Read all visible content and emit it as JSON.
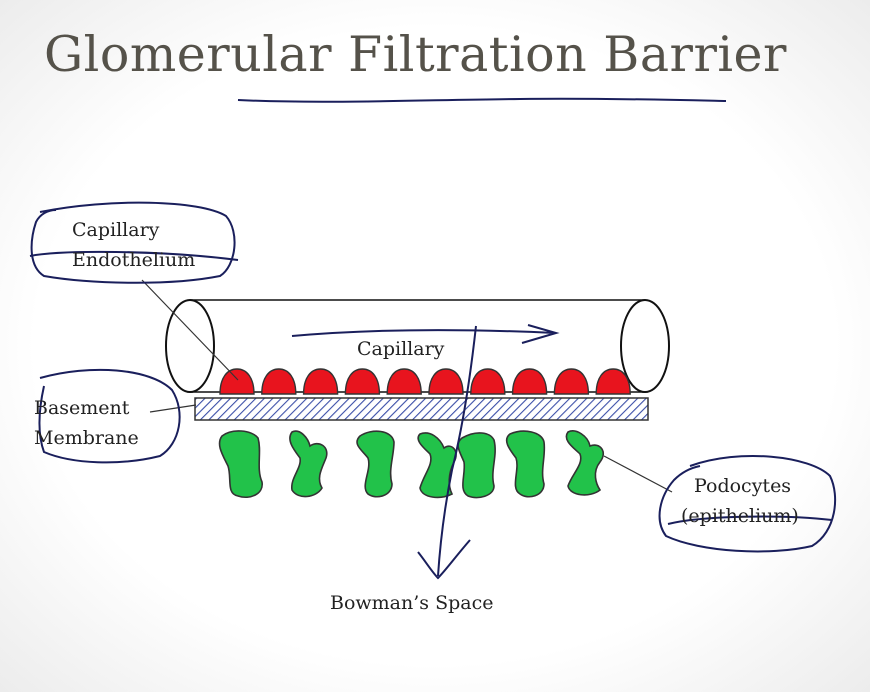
{
  "slide": {
    "title": "Glomerular Filtration Barrier"
  },
  "labels": {
    "capillary_endothelium_line1": "Capillary",
    "capillary_endothelium_line2": "Endothelium",
    "capillary": "Capillary",
    "basement_membrane_line1": "Basement",
    "basement_membrane_line2": "Membrane",
    "podocytes_line1": "Podocytes",
    "podocytes_line2": "(epithelium)",
    "bowmans_space": "Bowman’s Space"
  },
  "colors": {
    "endothelial_cell": "#e8141e",
    "podocyte": "#22c24a",
    "basement_membrane_hatch": "#3b4fa8",
    "ink": "#1a1f5c",
    "title": "#55524a"
  },
  "counts": {
    "endothelial_cells": 10,
    "podocytes": 7
  }
}
